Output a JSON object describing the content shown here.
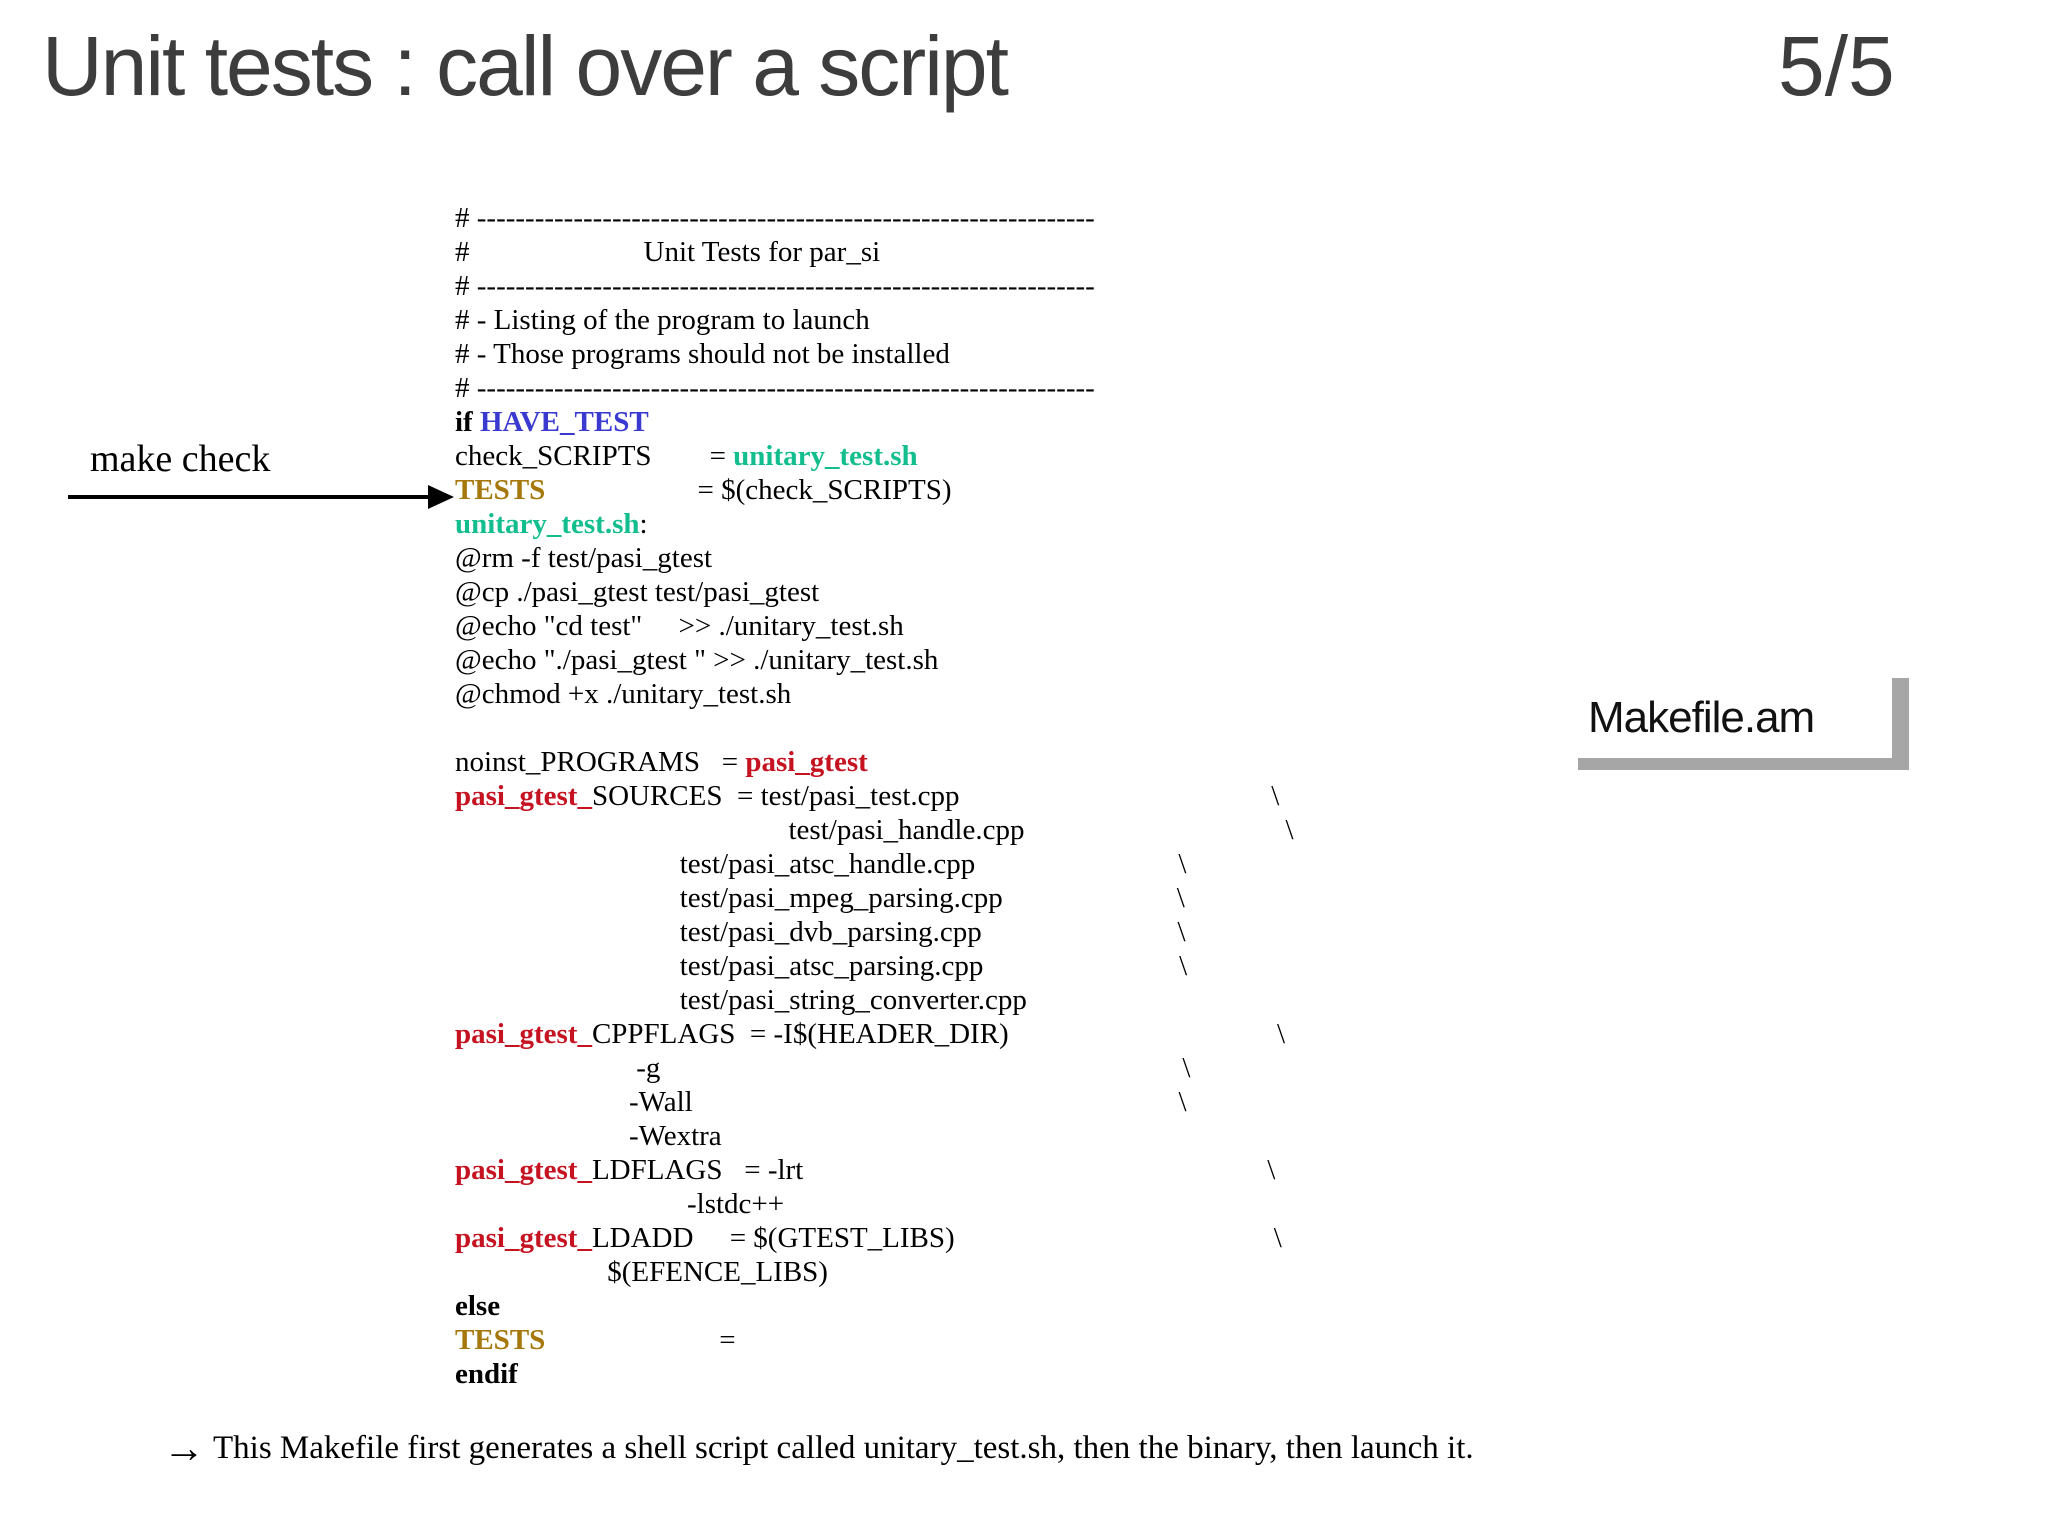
{
  "header": {
    "title": "Unit tests : call over a script",
    "page": "5/5"
  },
  "annotation": {
    "label": "make check"
  },
  "file_label": "Makefile.am",
  "footer": {
    "arrow": "→",
    "text": "This Makefile first generates a shell script called unitary_test.sh, then the binary, then launch it."
  },
  "colors": {
    "title": "#3d3d3d",
    "code": "#000000",
    "blue": "#3a3ad1",
    "teal": "#12be8e",
    "olive": "#a6770b",
    "red": "#c51321",
    "shadow": "#a6a6a6",
    "arrow": "#000000"
  },
  "code": {
    "lines": [
      [
        {
          "t": "# ----------------------------------------------------------------",
          "c": "c"
        }
      ],
      [
        {
          "t": "#                        Unit Tests for par_si",
          "c": "c"
        }
      ],
      [
        {
          "t": "# ----------------------------------------------------------------",
          "c": "c"
        }
      ],
      [
        {
          "t": "# - Listing of the program to launch",
          "c": "c"
        }
      ],
      [
        {
          "t": "# - Those programs should not be installed",
          "c": "c"
        }
      ],
      [
        {
          "t": "# ----------------------------------------------------------------",
          "c": "c"
        }
      ],
      [
        {
          "t": "if ",
          "c": "kw"
        },
        {
          "t": "HAVE_TEST",
          "c": "blue"
        }
      ],
      [
        {
          "t": "check_SCRIPTS",
          "c": "c"
        },
        {
          "t": "        = ",
          "c": "c"
        },
        {
          "t": "unitary_test.sh",
          "c": "teal"
        }
      ],
      [
        {
          "t": "TESTS",
          "c": "olive"
        },
        {
          "t": "                     = $(check_SCRIPTS)",
          "c": "c"
        }
      ],
      [
        {
          "t": "unitary_test.sh",
          "c": "teal"
        },
        {
          "t": ":",
          "c": "c"
        }
      ],
      [
        {
          "t": "@rm -f test/pasi_gtest",
          "c": "c"
        }
      ],
      [
        {
          "t": "@cp ./pasi_gtest test/pasi_gtest",
          "c": "c"
        }
      ],
      [
        {
          "t": "@echo \"cd test\"     >> ./unitary_test.sh",
          "c": "c"
        }
      ],
      [
        {
          "t": "@echo \"./pasi_gtest \" >> ./unitary_test.sh",
          "c": "c"
        }
      ],
      [
        {
          "t": "@chmod +x ./unitary_test.sh",
          "c": "c"
        }
      ],
      [],
      [
        {
          "t": "noinst_PROGRAMS",
          "c": "c"
        },
        {
          "t": "   = ",
          "c": "c"
        },
        {
          "t": "pasi_gtest",
          "c": "red"
        }
      ],
      [
        {
          "t": "pasi_gtest_",
          "c": "red"
        },
        {
          "t": "SOURCES",
          "c": "c"
        },
        {
          "t": "  = test/pasi_test.cpp",
          "c": "c"
        },
        {
          "t": "                                           \\",
          "c": "c"
        }
      ],
      [
        {
          "t": "                                              test/pasi_handle.cpp",
          "c": "c"
        },
        {
          "t": "                                    \\",
          "c": "c"
        }
      ],
      [
        {
          "t": "                               test/pasi_atsc_handle.cpp",
          "c": "c"
        },
        {
          "t": "                            \\",
          "c": "c"
        }
      ],
      [
        {
          "t": "                               test/pasi_mpeg_parsing.cpp",
          "c": "c"
        },
        {
          "t": "                        \\",
          "c": "c"
        }
      ],
      [
        {
          "t": "                               test/pasi_dvb_parsing.cpp",
          "c": "c"
        },
        {
          "t": "                           \\",
          "c": "c"
        }
      ],
      [
        {
          "t": "                               test/pasi_atsc_parsing.cpp",
          "c": "c"
        },
        {
          "t": "                           \\",
          "c": "c"
        }
      ],
      [
        {
          "t": "                               test/pasi_string_converter.cpp",
          "c": "c"
        }
      ],
      [
        {
          "t": "pasi_gtest_",
          "c": "red"
        },
        {
          "t": "CPPFLAGS",
          "c": "c"
        },
        {
          "t": "  = -I$(HEADER_DIR)",
          "c": "c"
        },
        {
          "t": "                                     \\",
          "c": "c"
        }
      ],
      [
        {
          "t": "                         -g",
          "c": "c"
        },
        {
          "t": "                                                                        \\",
          "c": "c"
        }
      ],
      [
        {
          "t": "                        -Wall",
          "c": "c"
        },
        {
          "t": "                                                                   \\",
          "c": "c"
        }
      ],
      [
        {
          "t": "                        -Wextra",
          "c": "c"
        }
      ],
      [
        {
          "t": "pasi_gtest_",
          "c": "red"
        },
        {
          "t": "LDFLAGS",
          "c": "c"
        },
        {
          "t": "   = -lrt",
          "c": "c"
        },
        {
          "t": "                                                                \\",
          "c": "c"
        }
      ],
      [
        {
          "t": "                                -lstdc++",
          "c": "c"
        }
      ],
      [
        {
          "t": "pasi_gtest_",
          "c": "red"
        },
        {
          "t": "LDADD",
          "c": "c"
        },
        {
          "t": "     = $(GTEST_LIBS)",
          "c": "c"
        },
        {
          "t": "                                            \\",
          "c": "c"
        }
      ],
      [
        {
          "t": "                     $(EFENCE_LIBS)",
          "c": "c"
        }
      ],
      [
        {
          "t": "else",
          "c": "kw"
        }
      ],
      [
        {
          "t": "TESTS",
          "c": "olive"
        },
        {
          "t": "                        =",
          "c": "c"
        }
      ],
      [
        {
          "t": "endif",
          "c": "kw"
        }
      ]
    ]
  }
}
